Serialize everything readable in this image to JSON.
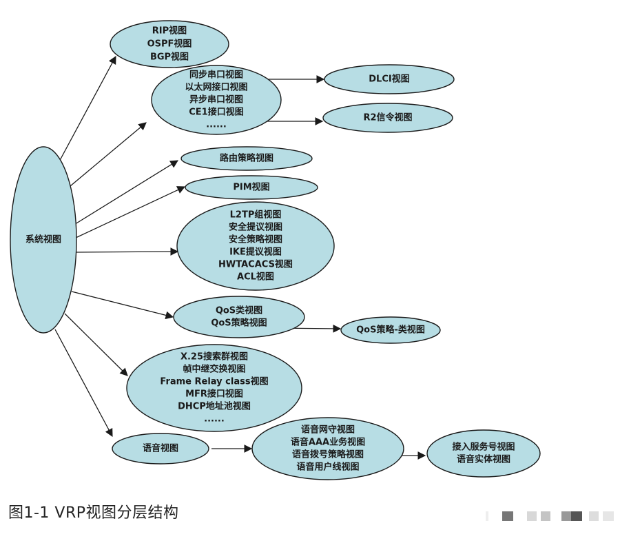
{
  "caption": "图1-1 VRP视图分层结构",
  "colors": {
    "node_fill": "#b7dde4",
    "stroke": "#1a1a1a"
  },
  "nodes": {
    "system": {
      "lines": [
        "系统视图"
      ]
    },
    "routing": {
      "lines": [
        "RIP视图",
        "OSPF视图",
        "BGP视图"
      ]
    },
    "ports": {
      "lines": [
        "同步串口视图",
        "以太网接口视图",
        "异步串口视图",
        "CE1接口视图",
        "......"
      ]
    },
    "dlci": {
      "lines": [
        "DLCI视图"
      ]
    },
    "r2": {
      "lines": [
        "R2信令视图"
      ]
    },
    "route_policy": {
      "lines": [
        "路由策略视图"
      ]
    },
    "pim": {
      "lines": [
        "PIM视图"
      ]
    },
    "security": {
      "lines": [
        "L2TP组视图",
        "安全提议视图",
        "安全策略视图",
        "IKE提议视图",
        "HWTACACS视图",
        "ACL视图"
      ]
    },
    "qos": {
      "lines": [
        "QoS类视图",
        "QoS策略视图"
      ]
    },
    "qos_class": {
      "lines": [
        "QoS策略-类视图"
      ]
    },
    "wan": {
      "lines": [
        "X.25搜索群视图",
        "帧中继交换视图",
        "Frame Relay class视图",
        "MFR接口视图",
        "DHCP地址池视图",
        "......"
      ]
    },
    "voice": {
      "lines": [
        "语音视图"
      ]
    },
    "voice_sub": {
      "lines": [
        "语音网守视图",
        "语音AAA业务视图",
        "语音拨号策略视图",
        "语音用户线视图"
      ]
    },
    "voice_leaf": {
      "lines": [
        "接入服务号视图",
        "语音实体视图"
      ]
    }
  }
}
